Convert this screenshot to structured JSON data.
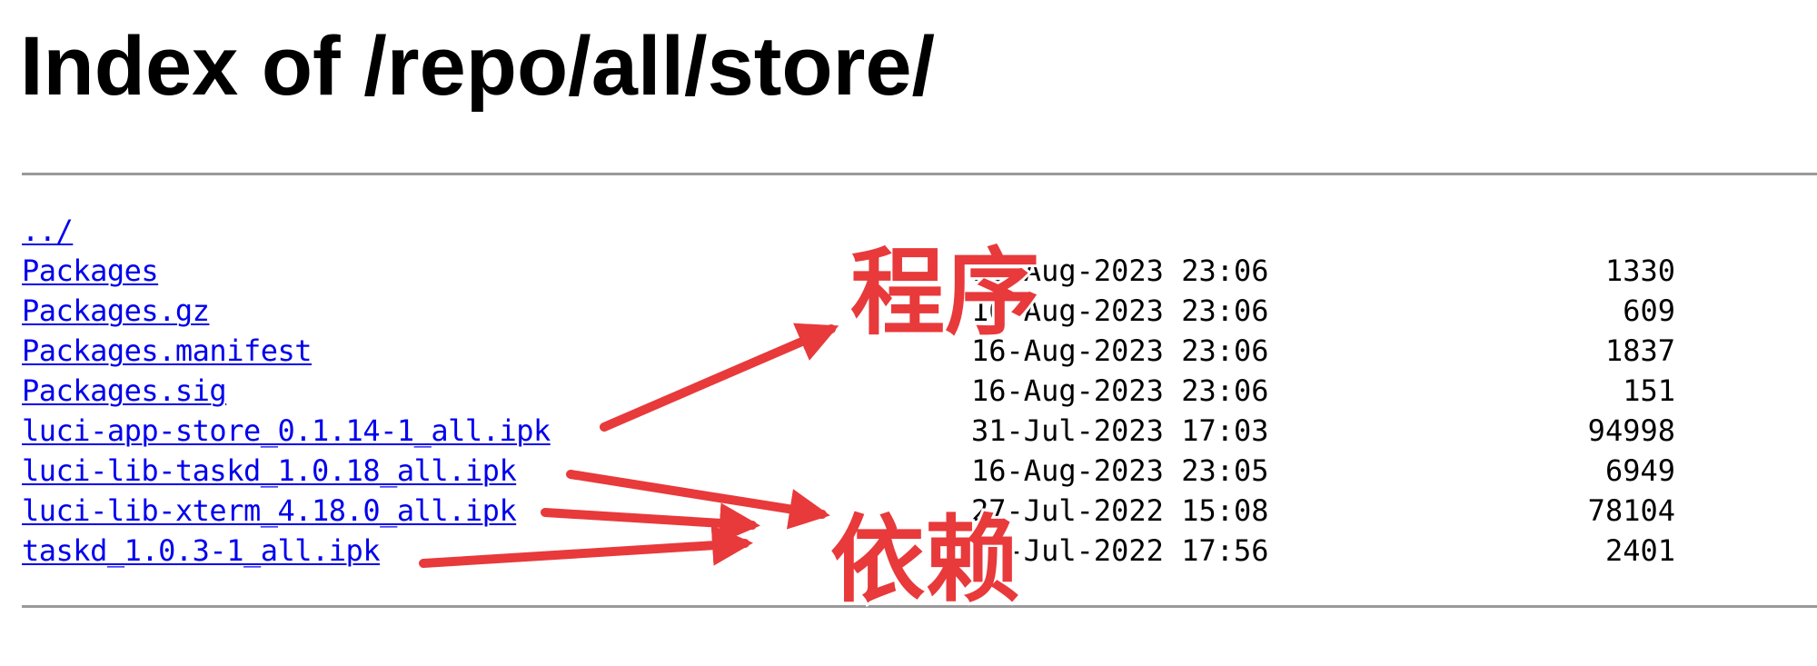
{
  "page": {
    "title": "Index of /repo/all/store/"
  },
  "entries": [
    {
      "name": "../",
      "date": "",
      "size": ""
    },
    {
      "name": "Packages",
      "date": "16-Aug-2023 23:06",
      "size": "1330"
    },
    {
      "name": "Packages.gz",
      "date": "16-Aug-2023 23:06",
      "size": "609"
    },
    {
      "name": "Packages.manifest",
      "date": "16-Aug-2023 23:06",
      "size": "1837"
    },
    {
      "name": "Packages.sig",
      "date": "16-Aug-2023 23:06",
      "size": "151"
    },
    {
      "name": "luci-app-store_0.1.14-1_all.ipk",
      "date": "31-Jul-2023 17:03",
      "size": "94998"
    },
    {
      "name": "luci-lib-taskd_1.0.18_all.ipk",
      "date": "16-Aug-2023 23:05",
      "size": "6949"
    },
    {
      "name": "luci-lib-xterm_4.18.0_all.ipk",
      "date": "27-Jul-2022 15:08",
      "size": "78104"
    },
    {
      "name": "taskd_1.0.3-1_all.ipk",
      "date": "27-Jul-2022 17:56",
      "size": "2401"
    }
  ],
  "annotations": {
    "program_label": "程序",
    "dependency_label": "依赖",
    "arrow_color": "#e8393b"
  },
  "colors": {
    "link": "#0000ee",
    "rule": "#9a9a9a",
    "text": "#000000",
    "background": "#ffffff"
  }
}
